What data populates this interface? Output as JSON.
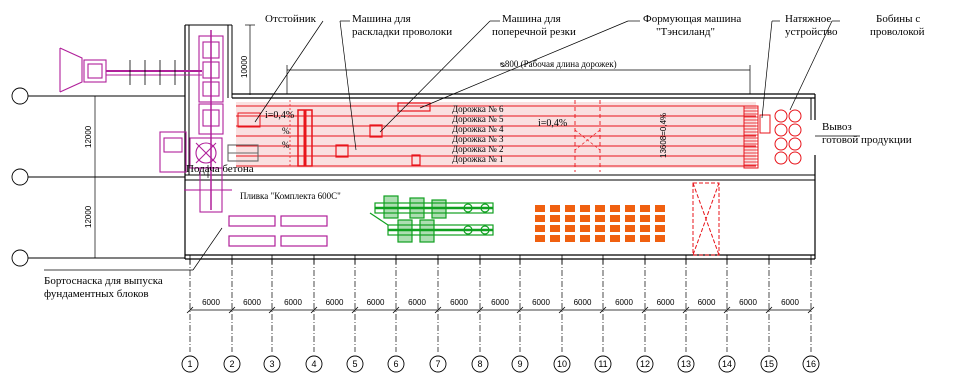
{
  "labels": {
    "settler": "Отстойник",
    "wire_layout_machine_1": "Машина для",
    "wire_layout_machine_2": "раскладки проволоки",
    "cross_cut_machine_1": "Машина для",
    "cross_cut_machine_2": "поперечной резки",
    "forming_machine_1": "Формующая машина",
    "forming_machine_2": "\"Тэнсиланд\"",
    "tension_device_1": "Натяжное",
    "tension_device_2": "устройство",
    "wire_coils_1": "Бобины с",
    "wire_coils_2": "проволокой",
    "working_length": "ᴓ800 (Рабочая длина дорожек)",
    "output_1": "Вывоз",
    "output_2": "готовой продукции",
    "concrete_supply": "Подача бетона",
    "rig_label": "Пливка \"Комплекта 600С\"",
    "side_equipment_1": "Бортоснаска для выпуска",
    "side_equipment_2": "фундаментных блоков",
    "slope_1": "i=0,4%",
    "slope_2": "i=0,4%",
    "vert_dim_1": "13608=0,4%"
  },
  "tracks": [
    "Дорожка № 6",
    "Дорожка № 5",
    "Дорожка № 4",
    "Дорожка № 3",
    "Дорожка № 2",
    "Дорожка № 1"
  ],
  "left_dims": [
    "12000",
    "12000"
  ],
  "top_dim": "10000",
  "bay_dims": [
    "6000",
    "6000",
    "6000",
    "6000",
    "6000",
    "6000",
    "6000",
    "6000",
    "6000",
    "6000",
    "6000",
    "6000",
    "6000",
    "6000",
    "6000"
  ],
  "axes": [
    "1",
    "2",
    "3",
    "4",
    "5",
    "6",
    "7",
    "8",
    "9",
    "10",
    "11",
    "12",
    "13",
    "14",
    "15",
    "16"
  ],
  "colors": {
    "red": "#e8141b",
    "magenta": "#b0209a",
    "green": "#10a020",
    "orange": "#f06010",
    "black": "#000000",
    "grey": "#888888"
  }
}
